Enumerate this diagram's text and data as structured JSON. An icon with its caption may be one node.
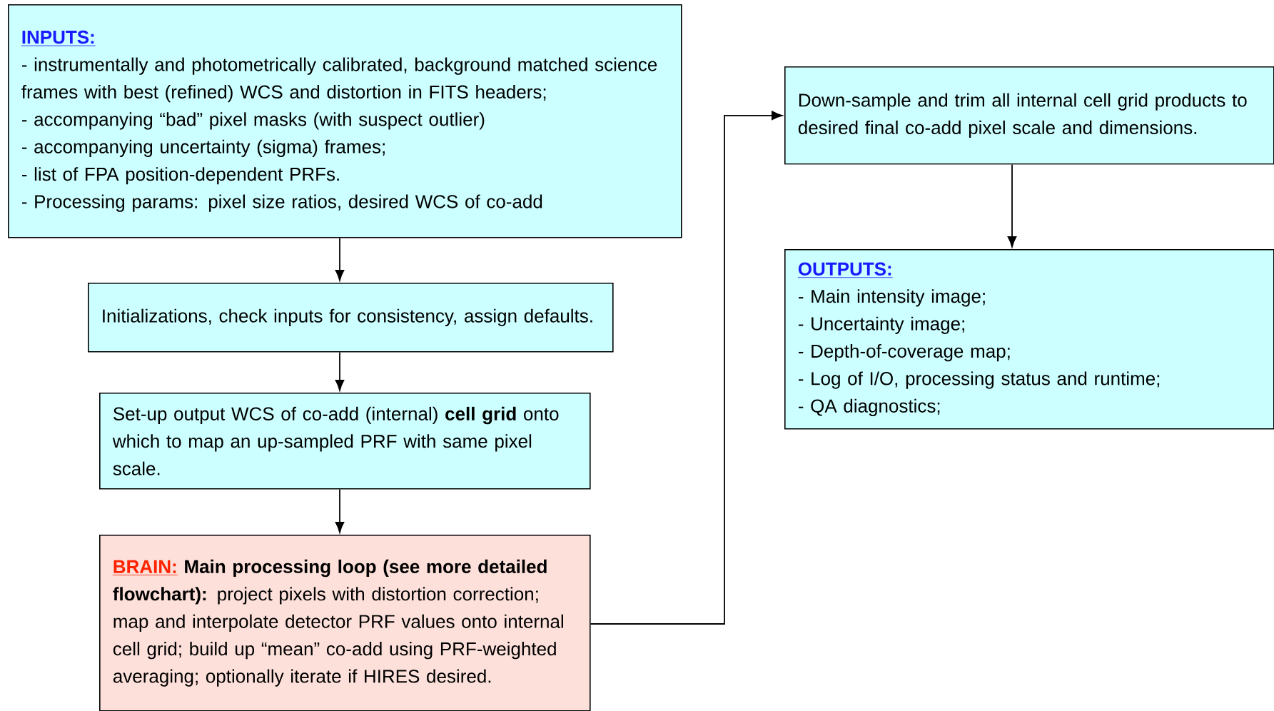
{
  "diagram": {
    "nodes": [
      {
        "text": [
          "INPUTS:",
          "- instrumentally and photometrically calibrated, background matched science frames with best (refined) WCS and distortion in FITS headers;",
          "- accompanying “bad” pixel masks (with suspect outlier)",
          "- accompanying uncertainty (sigma) frames;",
          "- list of FPA position-dependent PRFs.",
          "- Processing params: pixel size ratios, desired WCS of co-add"
        ]
      },
      {
        "text": [
          "Initializations, check inputs for consistency, assign defaults."
        ]
      },
      {
        "text": [
          "Set-up output WCS of co-add (internal) **cell grid** onto which to map an up-sampled PRF with same pixel scale."
        ]
      },
      {
        "text": [
          "BRAIN:",
          "**Main processing loop (see more detailed flowchart):** project pixels with distortion correction; map and interpolate detector PRF values onto internal cell grid; build up “mean” co-add using PRF-weighted averaging; optionally iterate if HIRES desired."
        ]
      },
      {
        "text": [
          "Down-sample and trim all internal cell grid products to desired final co-add pixel scale and dimensions."
        ]
      },
      {
        "text": [
          "OUTPUTS:",
          "- Main intensity image;",
          "- Uncertainty image;",
          "- Depth-of-coverage map;",
          "- Log of I/O, processing status and runtime;",
          "- QA diagnostics;"
        ]
      }
    ],
    "edges": [
      {
        "from": 0,
        "to": 1,
        "arrow": "to"
      },
      {
        "from": 1,
        "to": 2,
        "arrow": "to"
      },
      {
        "from": 2,
        "to": 3,
        "arrow": "to"
      },
      {
        "from": 3,
        "to": 4,
        "arrow": "to"
      },
      {
        "from": 4,
        "to": 5,
        "arrow": "to"
      }
    ]
  }
}
